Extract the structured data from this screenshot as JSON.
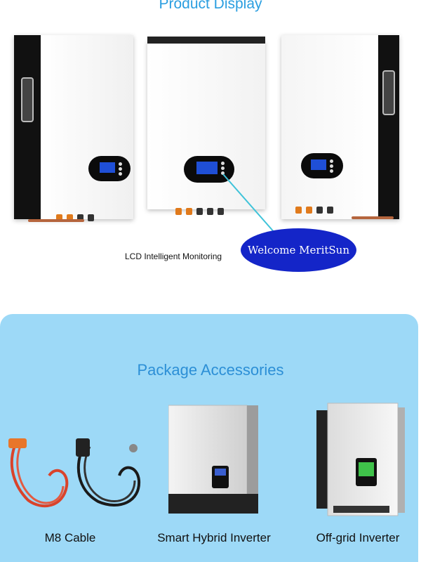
{
  "header": {
    "title": "Product Display"
  },
  "display": {
    "lcd_label": "LCD Intelligent Monitoring",
    "callout_text": "Welcome MeritSun",
    "colors": {
      "accent": "#2a9ee0",
      "callout_fill": "#1425c8",
      "lcd_blue": "#1f4fd6"
    }
  },
  "accessories": {
    "title": "Package Accessories",
    "panel_color": "#9dd9f7",
    "items": [
      {
        "caption": "M8 Cable"
      },
      {
        "caption": "Smart Hybrid Inverter"
      },
      {
        "caption": "Off-grid Inverter"
      }
    ]
  }
}
